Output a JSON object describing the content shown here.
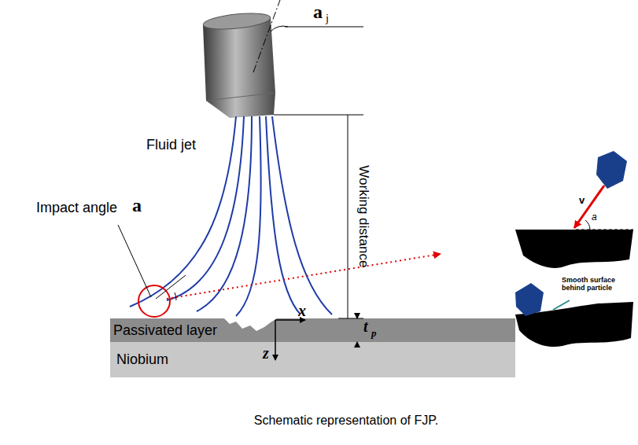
{
  "diagram": {
    "caption": "Schematic representation of FJP.",
    "nodes": [
      {
        "text": [
          "Passivated layer"
        ]
      },
      {
        "text": [
          "Niobium"
        ]
      }
    ],
    "labels": [
      "a",
      "j",
      "Fluid jet",
      "Working distance",
      "Impact angle",
      "a",
      "x",
      "z",
      "t",
      "p",
      "v",
      "a",
      "Smooth surface behind particle"
    ]
  }
}
